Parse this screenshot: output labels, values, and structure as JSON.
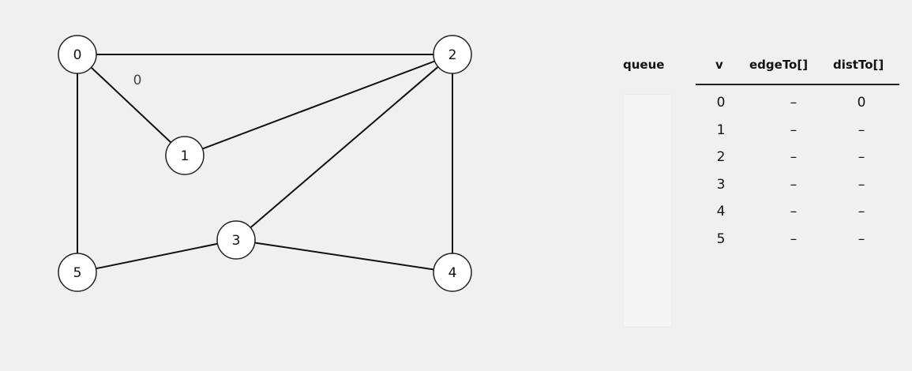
{
  "graph": {
    "nodes": [
      {
        "id": "0",
        "label": "0"
      },
      {
        "id": "1",
        "label": "1"
      },
      {
        "id": "2",
        "label": "2"
      },
      {
        "id": "3",
        "label": "3"
      },
      {
        "id": "4",
        "label": "4"
      },
      {
        "id": "5",
        "label": "5"
      }
    ],
    "edges": [
      {
        "from": "0",
        "to": "2"
      },
      {
        "from": "0",
        "to": "1"
      },
      {
        "from": "0",
        "to": "5"
      },
      {
        "from": "1",
        "to": "2"
      },
      {
        "from": "2",
        "to": "3"
      },
      {
        "from": "2",
        "to": "4"
      },
      {
        "from": "3",
        "to": "5"
      },
      {
        "from": "3",
        "to": "4"
      }
    ],
    "annotations": [
      {
        "text": "0",
        "near_node": "0"
      }
    ]
  },
  "queue": {
    "header": "queue",
    "items": []
  },
  "table": {
    "headers": {
      "v": "v",
      "edgeTo": "edgeTo[]",
      "distTo": "distTo[]"
    },
    "rows": [
      {
        "v": "0",
        "edgeTo": "–",
        "distTo": "0"
      },
      {
        "v": "1",
        "edgeTo": "–",
        "distTo": "–"
      },
      {
        "v": "2",
        "edgeTo": "–",
        "distTo": "–"
      },
      {
        "v": "3",
        "edgeTo": "–",
        "distTo": "–"
      },
      {
        "v": "4",
        "edgeTo": "–",
        "distTo": "–"
      },
      {
        "v": "5",
        "edgeTo": "–",
        "distTo": "–"
      }
    ]
  },
  "colors": {
    "background": "#f0f0f0",
    "node_fill": "#ffffff",
    "edge": "#111111"
  }
}
